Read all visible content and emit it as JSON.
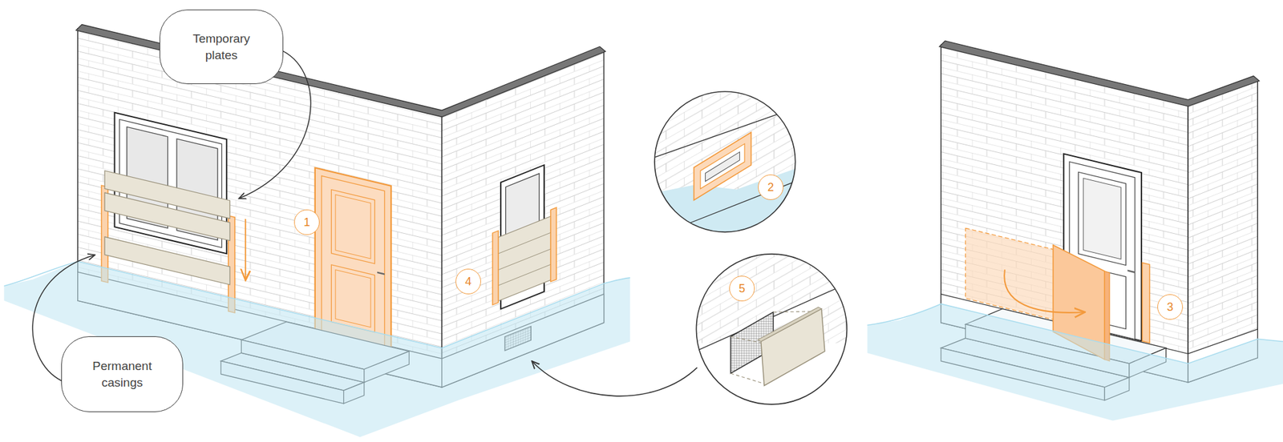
{
  "diagram": {
    "nodes": [
      {
        "text": [
          "Temporary plates"
        ]
      },
      {
        "text": [
          "Permanent casings"
        ]
      }
    ],
    "labels": [
      "1",
      "4",
      "2",
      "5",
      "3"
    ]
  }
}
